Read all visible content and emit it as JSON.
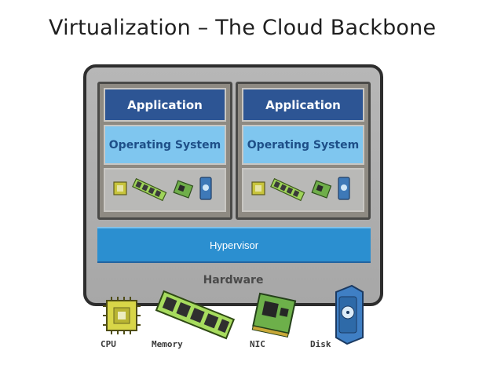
{
  "slide": {
    "title": "Virtualization – The Cloud Backbone"
  },
  "diagram": {
    "vms": [
      {
        "application_label": "Application",
        "os_label": "Operating System"
      },
      {
        "application_label": "Application",
        "os_label": "Operating System"
      }
    ],
    "hypervisor_label": "Hypervisor",
    "hardware_label": "Hardware",
    "devices": [
      {
        "label": "CPU",
        "icon": "cpu-chip-icon"
      },
      {
        "label": "Memory",
        "icon": "memory-module-icon"
      },
      {
        "label": "NIC",
        "icon": "network-card-icon"
      },
      {
        "label": "Disk",
        "icon": "disk-drive-icon"
      }
    ],
    "colors": {
      "application": "#2d5594",
      "operating_system": "#7fc6ef",
      "hypervisor": "#2b8fd0",
      "hardware": "#a7a7a7"
    }
  }
}
